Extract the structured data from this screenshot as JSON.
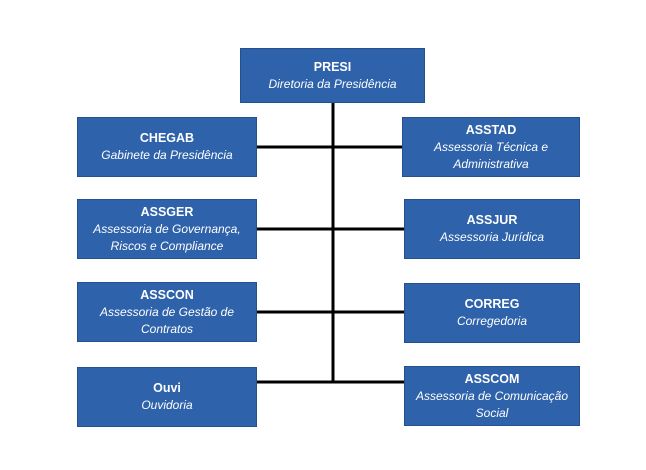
{
  "nodes": {
    "presi": {
      "code": "PRESI",
      "desc": "Diretoria da Presidência"
    },
    "chegab": {
      "code": "CHEGAB",
      "desc": "Gabinete da Presidência"
    },
    "asstad": {
      "code": "ASSTAD",
      "desc": "Assessoria Técnica e Administrativa"
    },
    "assger": {
      "code": "ASSGER",
      "desc": "Assessoria de Governança, Riscos e Compliance"
    },
    "assjur": {
      "code": "ASSJUR",
      "desc": "Assessoria Jurídica"
    },
    "asscon": {
      "code": "ASSCON",
      "desc": "Assessoria de Gestão de Contratos"
    },
    "correg": {
      "code": "CORREG",
      "desc": "Corregedoria"
    },
    "ouvi": {
      "code": "Ouvi",
      "desc": "Ouvidoria"
    },
    "asscom": {
      "code": "ASSCOM",
      "desc": "Assessoria de Comunicação Social"
    }
  },
  "colors": {
    "box_fill": "#2e62aa",
    "box_text": "#ffffff",
    "connector": "#000000"
  }
}
